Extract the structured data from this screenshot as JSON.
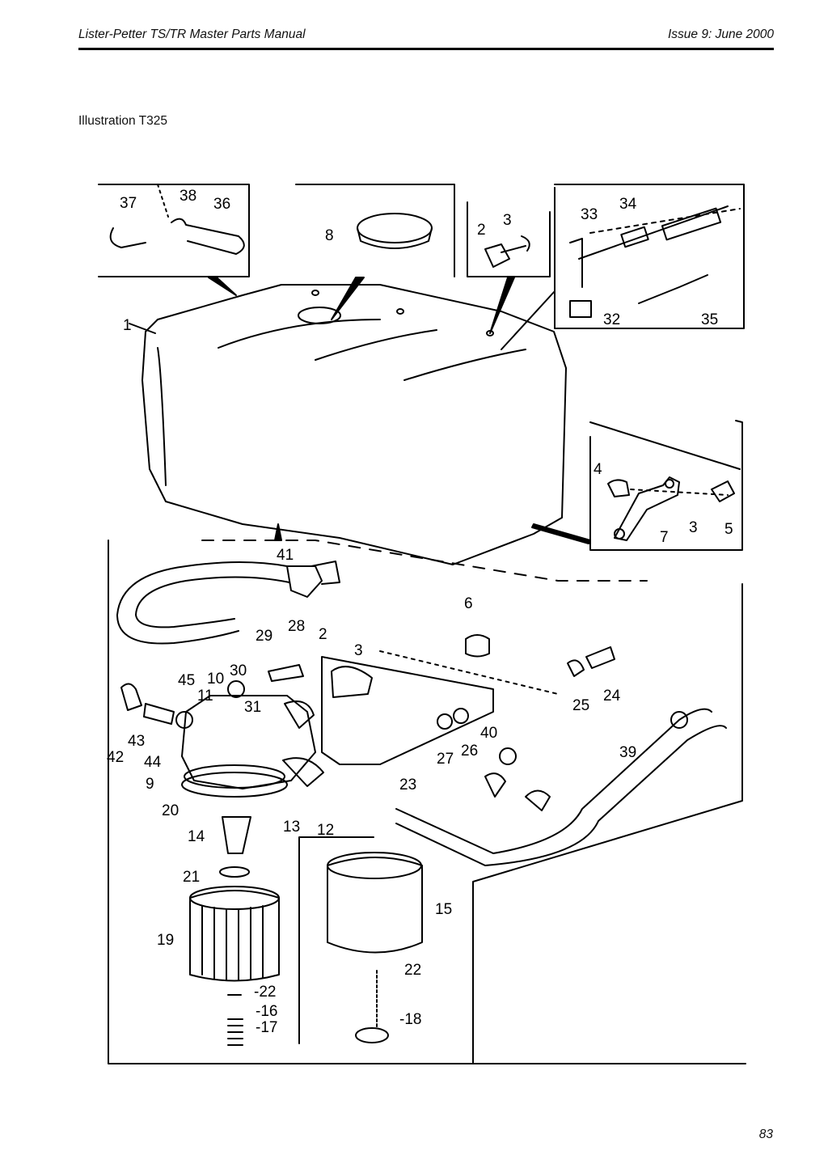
{
  "header": {
    "title": "Lister-Petter TS/TR Master Parts Manual",
    "issue": "Issue 9: June 2000"
  },
  "caption": "Illustration T325",
  "page_number": "83",
  "callouts": [
    {
      "id": "c37",
      "label": "37"
    },
    {
      "id": "c38",
      "label": "38"
    },
    {
      "id": "c36",
      "label": "36"
    },
    {
      "id": "c8",
      "label": "8"
    },
    {
      "id": "c2a",
      "label": "2"
    },
    {
      "id": "c3a",
      "label": "3"
    },
    {
      "id": "c33",
      "label": "33"
    },
    {
      "id": "c34",
      "label": "34"
    },
    {
      "id": "c32",
      "label": "32"
    },
    {
      "id": "c35",
      "label": "35"
    },
    {
      "id": "c1",
      "label": "1"
    },
    {
      "id": "c4",
      "label": "4"
    },
    {
      "id": "c3b",
      "label": "3"
    },
    {
      "id": "c5",
      "label": "5"
    },
    {
      "id": "c7",
      "label": "7"
    },
    {
      "id": "c41",
      "label": "41"
    },
    {
      "id": "c6",
      "label": "6"
    },
    {
      "id": "c29",
      "label": "29"
    },
    {
      "id": "c28",
      "label": "28"
    },
    {
      "id": "c2b",
      "label": "2"
    },
    {
      "id": "c3c",
      "label": "3"
    },
    {
      "id": "c30",
      "label": "30"
    },
    {
      "id": "c10",
      "label": "10"
    },
    {
      "id": "c45",
      "label": "45"
    },
    {
      "id": "c11",
      "label": "11"
    },
    {
      "id": "c31",
      "label": "31"
    },
    {
      "id": "c25",
      "label": "25"
    },
    {
      "id": "c24",
      "label": "24"
    },
    {
      "id": "c42",
      "label": "42"
    },
    {
      "id": "c43",
      "label": "43"
    },
    {
      "id": "c44",
      "label": "44"
    },
    {
      "id": "c9",
      "label": "9"
    },
    {
      "id": "c27",
      "label": "27"
    },
    {
      "id": "c26",
      "label": "26"
    },
    {
      "id": "c40",
      "label": "40"
    },
    {
      "id": "c39",
      "label": "39"
    },
    {
      "id": "c23",
      "label": "23"
    },
    {
      "id": "c20",
      "label": "20"
    },
    {
      "id": "c14",
      "label": "14"
    },
    {
      "id": "c13",
      "label": "13"
    },
    {
      "id": "c12",
      "label": "12"
    },
    {
      "id": "c21",
      "label": "21"
    },
    {
      "id": "c15",
      "label": "15"
    },
    {
      "id": "c19",
      "label": "19"
    },
    {
      "id": "c22a",
      "label": "22"
    },
    {
      "id": "c22b",
      "label": "-22"
    },
    {
      "id": "c16",
      "label": "-16"
    },
    {
      "id": "c17",
      "label": "-17"
    },
    {
      "id": "c18",
      "label": "-18"
    }
  ]
}
